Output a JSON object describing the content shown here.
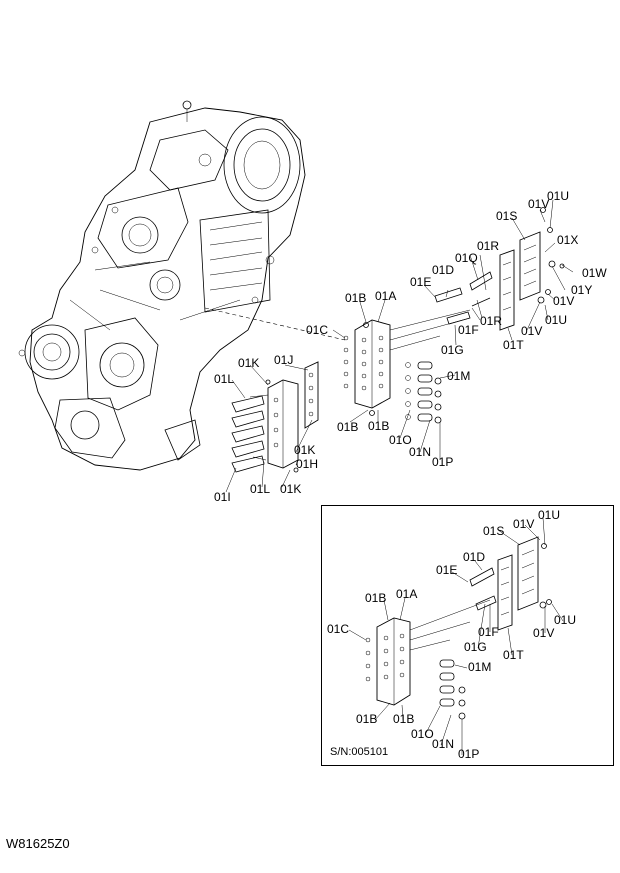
{
  "diagram": {
    "drawing_code": "W81625Z0",
    "inset_serial": "S/N:005101",
    "main_labels": {
      "V_top": "01V",
      "U_top": "01U",
      "S": "01S",
      "X": "01X",
      "R_a": "01R",
      "Q": "01Q",
      "D": "01D",
      "E": "01E",
      "W": "01W",
      "Y": "01Y",
      "V_mid": "01V",
      "U_mid": "01U",
      "V_low": "01V",
      "R_b": "01R",
      "F": "01F",
      "G": "01G",
      "T": "01T",
      "B_top": "01B",
      "A": "01A",
      "C": "01C",
      "M": "01M",
      "B_l": "01B",
      "B_r": "01B",
      "O": "01O",
      "N": "01N",
      "P": "01P",
      "K_top": "01K",
      "J": "01J",
      "L_top": "01L",
      "K_mid": "01K",
      "H": "01H",
      "I": "01I",
      "L_bot": "01L",
      "K_bot": "01K"
    },
    "inset_labels": {
      "S": "01S",
      "V_top": "01V",
      "U_top": "01U",
      "D": "01D",
      "E": "01E",
      "B_top": "01B",
      "A": "01A",
      "C": "01C",
      "F": "01F",
      "V_mid": "01V",
      "U_mid": "01U",
      "G": "01G",
      "T": "01T",
      "M": "01M",
      "B_l": "01B",
      "B_r": "01B",
      "O": "01O",
      "N": "01N",
      "P": "01P"
    }
  }
}
